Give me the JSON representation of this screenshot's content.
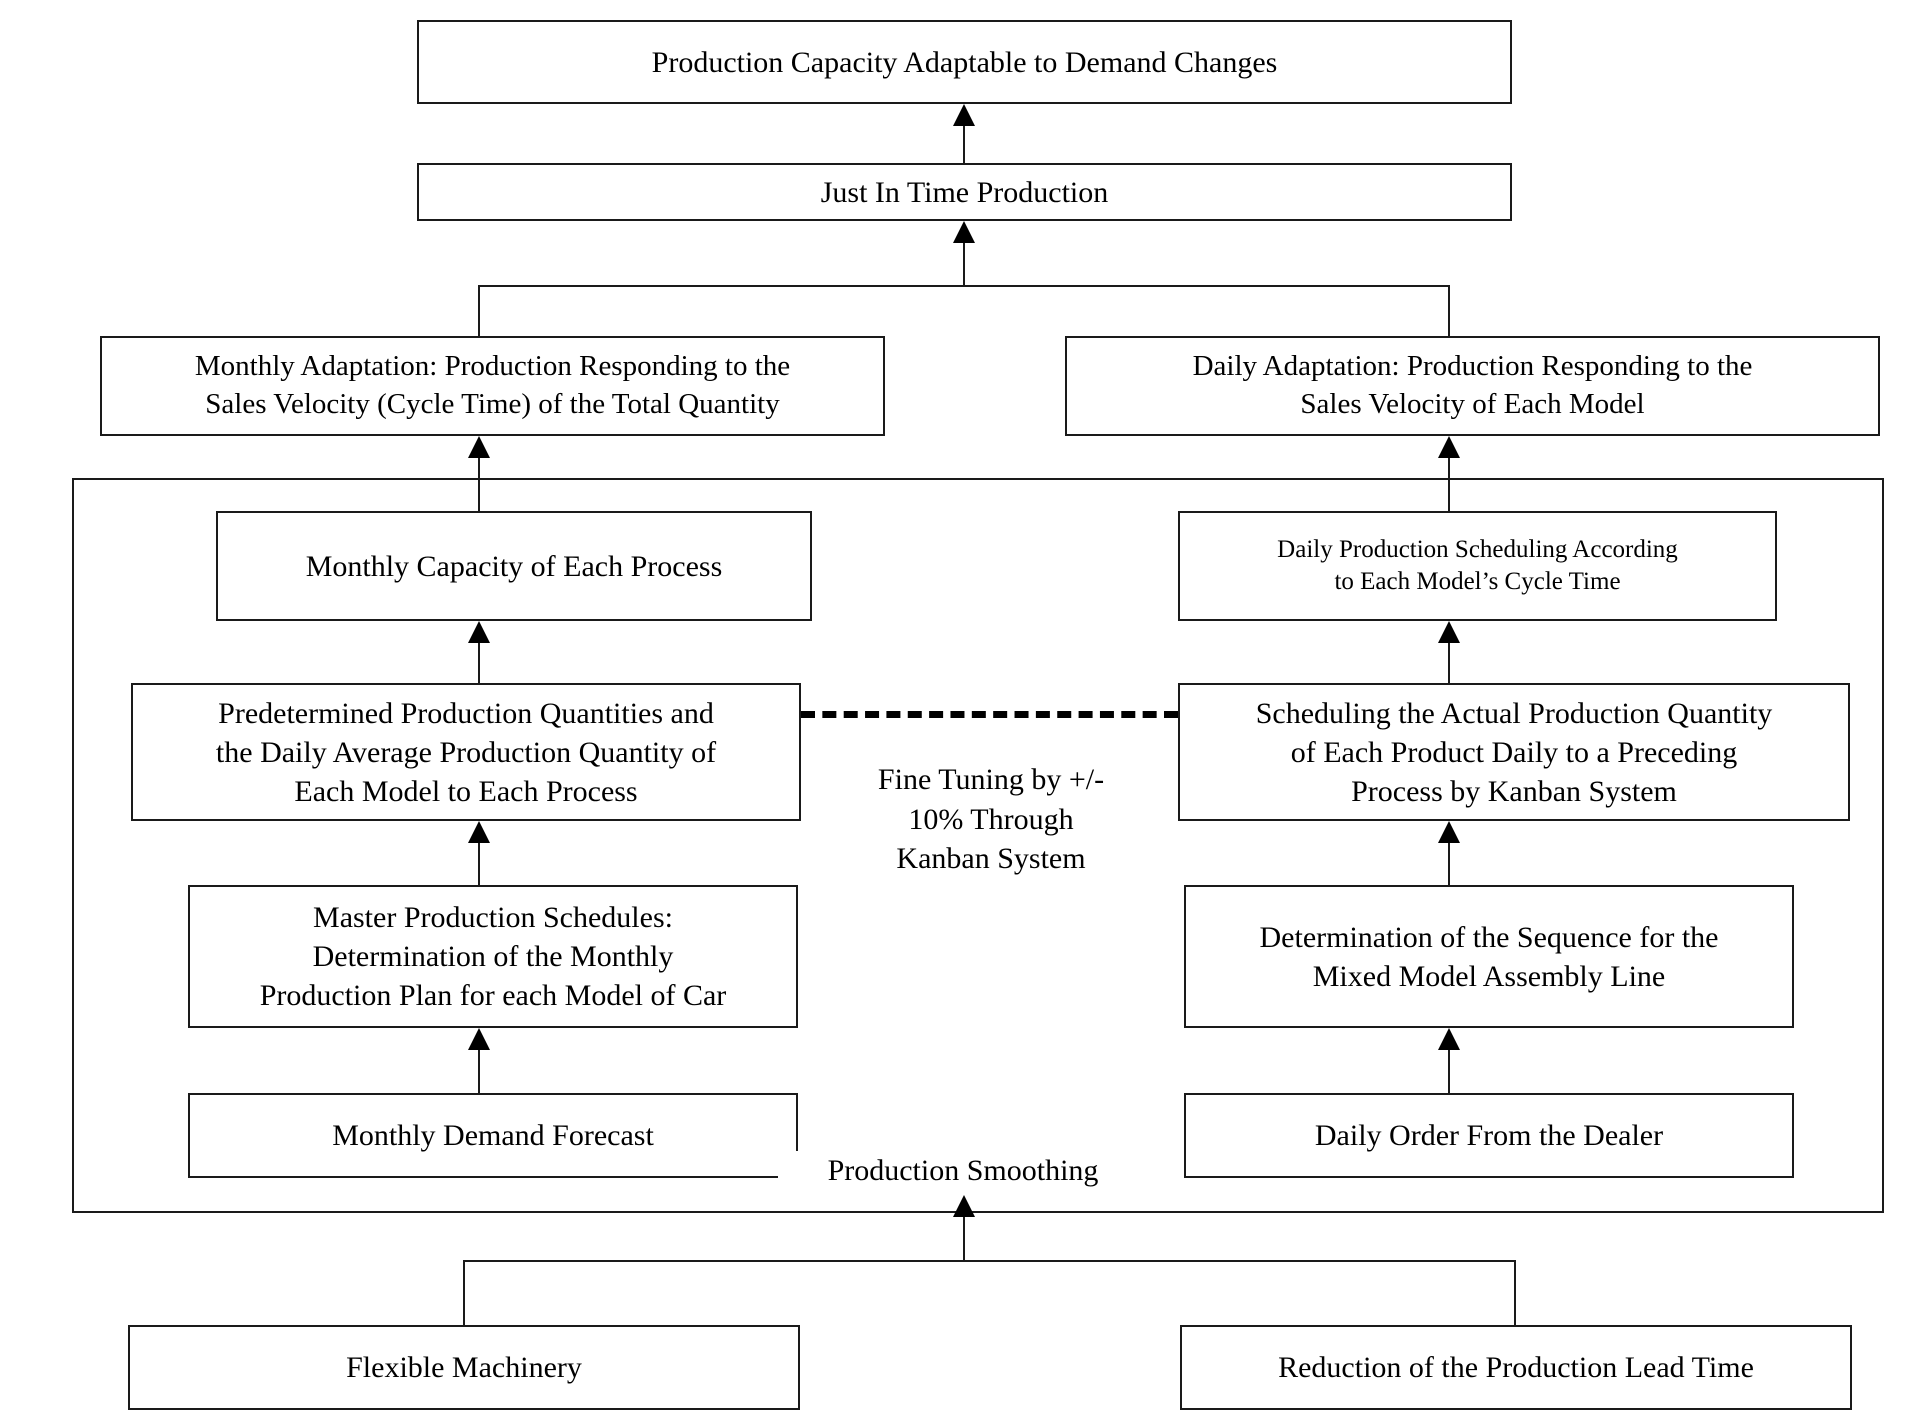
{
  "diagram": {
    "title": "Production Capacity Adaptable to Demand Changes",
    "type": "hierarchical-flowchart",
    "orientation": "bottom-up",
    "colors": {
      "background": "#ffffff",
      "stroke": "#1a1a1a",
      "text": "#000000",
      "arrow": "#000000"
    }
  },
  "nodes": {
    "top_goal": "Production Capacity Adaptable to Demand Changes",
    "jit": "Just In Time Production",
    "monthly_adaptation": "Monthly Adaptation: Production Responding to the\nSales Velocity (Cycle Time) of the Total Quantity",
    "daily_adaptation": "Daily Adaptation: Production Responding to the\nSales Velocity of Each Model",
    "monthly_capacity": "Monthly Capacity of Each Process",
    "daily_scheduling": "Daily Production Scheduling According\nto Each Model’s Cycle Time",
    "predetermined_quantities": "Predetermined Production Quantities and\nthe Daily Average Production Quantity of\nEach Model to Each Process",
    "scheduling_actual": "Scheduling the Actual Production Quantity\nof Each Product Daily to a Preceding\nProcess by Kanban System",
    "master_schedules": "Master Production Schedules:\nDetermination of the Monthly\nProduction Plan for each Model of Car",
    "sequence_determination": "Determination of the Sequence for the\nMixed Model Assembly Line",
    "monthly_demand_forecast": "Monthly Demand Forecast",
    "daily_order": "Daily Order From the Dealer",
    "flexible_machinery": "Flexible Machinery",
    "lead_time_reduction": "Reduction of the Production Lead Time"
  },
  "labels": {
    "fine_tuning": "Fine Tuning by +/-\n10%  Through\nKanban System",
    "production_smoothing": "Production Smoothing"
  },
  "connections": [
    {
      "from": "jit",
      "to": "top_goal",
      "style": "arrow"
    },
    {
      "from": "monthly_adaptation",
      "to": "jit",
      "style": "arrow-split"
    },
    {
      "from": "daily_adaptation",
      "to": "jit",
      "style": "arrow-split"
    },
    {
      "from": "monthly_capacity",
      "to": "monthly_adaptation",
      "style": "arrow"
    },
    {
      "from": "daily_scheduling",
      "to": "daily_adaptation",
      "style": "arrow"
    },
    {
      "from": "predetermined_quantities",
      "to": "monthly_capacity",
      "style": "arrow"
    },
    {
      "from": "scheduling_actual",
      "to": "daily_scheduling",
      "style": "arrow"
    },
    {
      "from": "master_schedules",
      "to": "predetermined_quantities",
      "style": "arrow"
    },
    {
      "from": "sequence_determination",
      "to": "scheduling_actual",
      "style": "arrow"
    },
    {
      "from": "monthly_demand_forecast",
      "to": "master_schedules",
      "style": "arrow"
    },
    {
      "from": "daily_order",
      "to": "sequence_determination",
      "style": "arrow"
    },
    {
      "from": "predetermined_quantities",
      "to": "scheduling_actual",
      "style": "dashed",
      "label": "Fine Tuning by +/- 10%  Through Kanban System"
    },
    {
      "from": "flexible_machinery",
      "to": "production_smoothing_group",
      "style": "arrow-split"
    },
    {
      "from": "lead_time_reduction",
      "to": "production_smoothing_group",
      "style": "arrow-split"
    }
  ]
}
